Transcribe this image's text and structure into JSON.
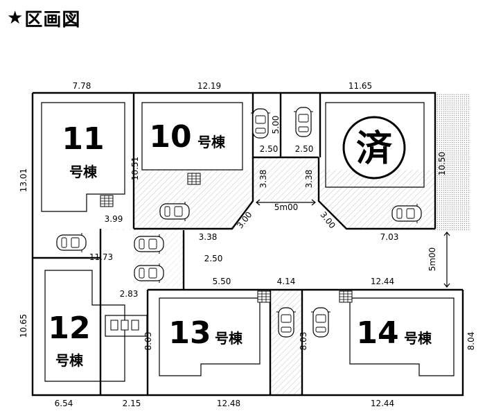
{
  "title": "区画図",
  "title_icon": "star-icon",
  "lots": {
    "lot11": {
      "number": "11",
      "suffix": "号棟"
    },
    "lot10": {
      "number": "10",
      "suffix": "号棟"
    },
    "lot12": {
      "number": "12",
      "suffix": "号棟"
    },
    "lot13": {
      "number": "13",
      "suffix": "号棟"
    },
    "lot14": {
      "number": "14",
      "suffix": "号棟"
    }
  },
  "sold_mark": "済",
  "dimensions": {
    "top_7_78": "7.78",
    "top_12_19": "12.19",
    "top_11_65": "11.65",
    "left_13_01": "13.01",
    "lot10_10_51": "10.51",
    "right_10_50": "10.50",
    "park_5_00": "5.00",
    "park_2_50_a": "2.50",
    "park_2_50_b": "2.50",
    "road_3_38_a": "3.38",
    "road_3_38_b": "3.38",
    "road_5m00": "5m00",
    "road_3_00_a": "3.00",
    "road_3_00_b": "3.00",
    "d_3_99": "3.99",
    "d_3_38": "3.38",
    "d_2_50": "2.50",
    "d_7_03": "7.03",
    "road_5m00_v": "5m00",
    "d_11_73": "11.73",
    "d_5_50": "5.50",
    "d_4_14": "4.14",
    "d_12_44_top": "12.44",
    "d_2_83": "2.83",
    "left_10_65": "10.65",
    "d_8_03_a": "8.03",
    "d_8_03_b": "8.03",
    "right_8_04": "8.04",
    "bot_6_54": "6.54",
    "bot_2_15": "2.15",
    "bot_12_48": "12.48",
    "bot_12_44": "12.44"
  },
  "colors": {
    "line": "#000000",
    "hatch": "#9a9a9a",
    "shade": "#c8c8c8"
  }
}
